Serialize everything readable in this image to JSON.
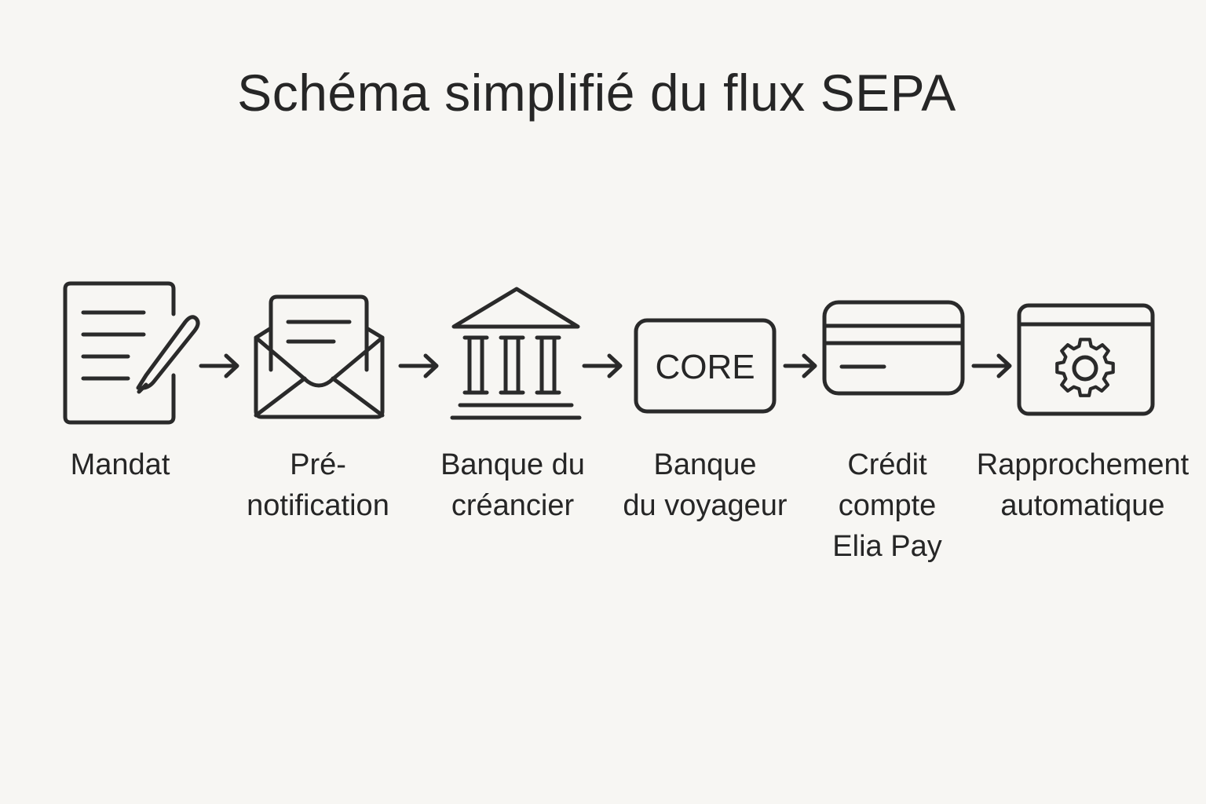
{
  "diagram": {
    "title": "Schéma simplifié du flux SEPA",
    "colors": {
      "background": "#f7f6f3",
      "stroke": "#2a2a2a",
      "text": "#262626"
    },
    "steps": [
      {
        "id": "mandat",
        "icon": "document-signature-icon",
        "label": "Mandat"
      },
      {
        "id": "pre-notification",
        "icon": "open-envelope-icon",
        "label": "Pré-\nnotification"
      },
      {
        "id": "banque-creancier",
        "icon": "bank-building-icon",
        "label": "Banque du\ncréancier"
      },
      {
        "id": "banque-voyageur",
        "icon": "core-box-icon",
        "icon_text": "CORE",
        "label": "Banque\ndu voyageur"
      },
      {
        "id": "credit-compte",
        "icon": "credit-card-icon",
        "label": "Crédit\ncompte\nElia Pay"
      },
      {
        "id": "rapprochement",
        "icon": "window-gear-icon",
        "label": "Rapprochement\nautomatique"
      }
    ],
    "connectors": [
      {
        "from": "mandat",
        "to": "pre-notification",
        "icon": "arrow-right-icon"
      },
      {
        "from": "pre-notification",
        "to": "banque-creancier",
        "icon": "arrow-right-icon"
      },
      {
        "from": "banque-creancier",
        "to": "banque-voyageur",
        "icon": "arrow-right-icon"
      },
      {
        "from": "banque-voyageur",
        "to": "credit-compte",
        "icon": "arrow-right-icon"
      },
      {
        "from": "credit-compte",
        "to": "rapprochement",
        "icon": "arrow-right-icon"
      }
    ]
  }
}
